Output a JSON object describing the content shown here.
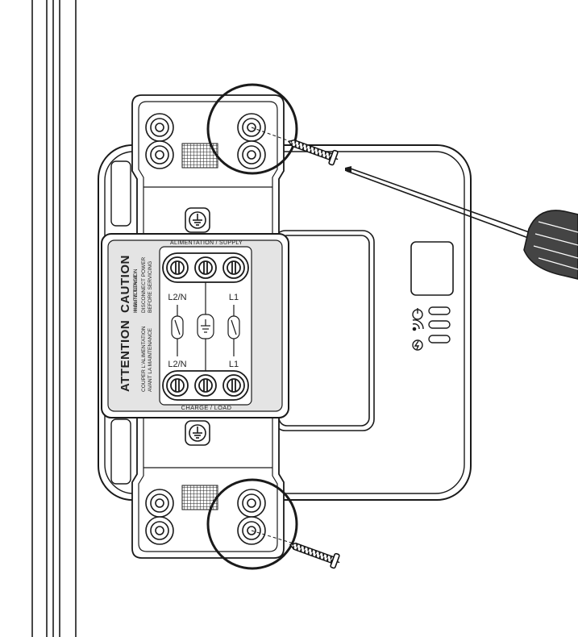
{
  "panel": {
    "supply_label": "ALIMENTATION / SUPPLY",
    "load_label": "CHARGE / LOAD",
    "top_left_terminal": "L2/N",
    "top_right_terminal": "L1",
    "bottom_left_terminal": "L2/N",
    "bottom_right_terminal": "L1"
  },
  "warning_fr": {
    "heading": "ATTENTION",
    "line1": "HAUTE TENSION",
    "line2": "COUPER L'ALIMENTATION",
    "line3": "AVANT LA MAINTENANCE"
  },
  "warning_en": {
    "heading": "CAUTION",
    "line1": "HIGH VOLTAGE",
    "line2": "DISCONNECT POWER",
    "line3": "BEFORE SERVICING"
  },
  "icons": {
    "screw_top": "screw-icon",
    "screw_bottom": "screw-icon",
    "screwdriver": "screwdriver-icon",
    "ground": "ground-icon",
    "status_power": "power-icon",
    "status_wifi": "wifi-icon",
    "status_bolt": "bolt-icon"
  },
  "colors": {
    "line": "#1a1a1a",
    "fill": "#ffffff",
    "label_band": "#e4e4e4",
    "grip": "#444444"
  }
}
